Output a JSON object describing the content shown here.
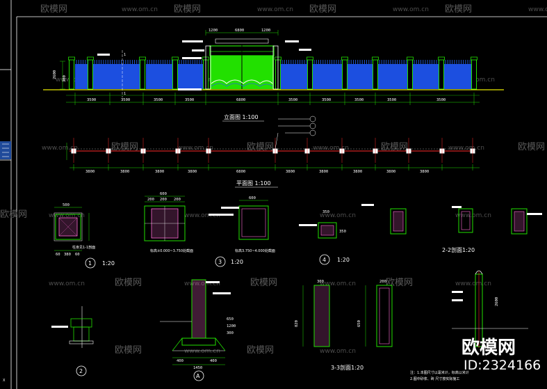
{
  "watermark": {
    "brand": "欧模网",
    "url": "www.om.cn"
  },
  "corner_brand": {
    "name": "欧模网",
    "id": "ID:2324166"
  },
  "titles": {
    "elevation": "立面图 1:100",
    "plan": "平面图 1:100",
    "detail1_scale": "1:20",
    "detail3_scale": "1:20",
    "detail4_scale": "1:20",
    "section22": "2-2剖面1:20",
    "section33": "3-3剖面1:20"
  },
  "detail_marks": [
    "1",
    "3",
    "4",
    "2",
    "A"
  ],
  "captions": {
    "detail1_note": "柱身见1-1剖面",
    "section_a": "标高±0.000~3.750处截面",
    "section_b": "标高3.750~4.000处截面"
  },
  "elevation_dims": [
    "3500",
    "3500",
    "3500",
    "3500",
    "6800",
    "3500",
    "3500",
    "3500",
    "3500",
    "3500"
  ],
  "elevation_top_dims": [
    "1200",
    "6800",
    "1200"
  ],
  "elevation_heights": [
    "2600",
    "300"
  ],
  "plan_dims": [
    "3800",
    "3800",
    "3800",
    "3800",
    "6800",
    "3800",
    "3800",
    "3800",
    "3800",
    "3800"
  ],
  "detail1_dims": [
    "500",
    "60",
    "380",
    "60"
  ],
  "detail3_dims": [
    "600",
    "200",
    "200",
    "200"
  ],
  "detail4_dims": [
    "350",
    "350"
  ],
  "foundation_dims": [
    "400",
    "1450",
    "400",
    "650",
    "1200",
    "300"
  ],
  "section_dims": [
    "300",
    "820",
    "650",
    "200",
    "2600"
  ],
  "notes": [
    "注：1.本图尺寸以毫米计，标高以米计",
    "2.图中砂浆、砖 尺寸按实际施工"
  ]
}
